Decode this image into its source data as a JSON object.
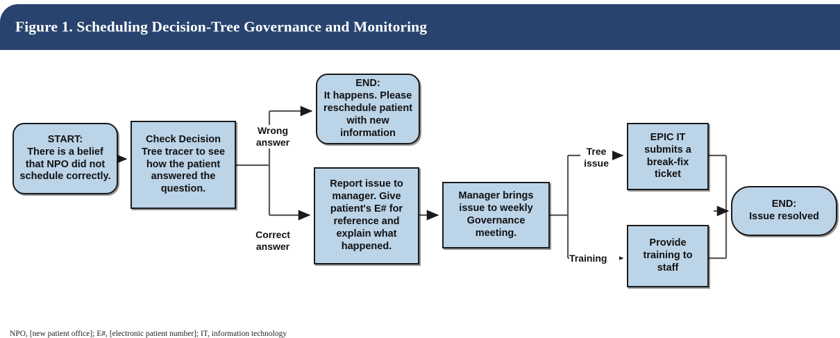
{
  "figure": {
    "title": "Figure 1. Scheduling Decision-Tree Governance and Monitoring",
    "header_color": "#27436e",
    "node_fill": "#bcd4e8",
    "node_border": "#1a1a1a",
    "footnote": "NPO, [new patient office]; E#, [electronic patient number]; IT, information technology"
  },
  "nodes": {
    "start": "START:\nThere is a belief that NPO did not schedule correctly.",
    "check": "Check Decision Tree tracer to see how the patient answered the question.",
    "end_wrong": "END:\nIt happens. Please reschedule patient with new information",
    "report": "Report issue to manager. Give patient's E# for reference and explain what happened.",
    "manager": "Manager brings issue to weekly Governance meeting.",
    "epic_it": "EPIC IT submits a break-fix ticket",
    "training": "Provide training to staff",
    "end_resolved": "END:\nIssue resolved"
  },
  "edge_labels": {
    "wrong_answer": "Wrong\nanswer",
    "correct_answer": "Correct\nanswer",
    "tree_issue": "Tree\nissue",
    "training": "Training"
  },
  "flow": {
    "type": "flowchart",
    "direction": "left-to-right",
    "edges": [
      {
        "from": "start",
        "to": "check",
        "label": ""
      },
      {
        "from": "check",
        "to": "end_wrong",
        "label": "Wrong answer"
      },
      {
        "from": "check",
        "to": "report",
        "label": "Correct answer"
      },
      {
        "from": "report",
        "to": "manager",
        "label": ""
      },
      {
        "from": "manager",
        "to": "epic_it",
        "label": "Tree issue"
      },
      {
        "from": "manager",
        "to": "training",
        "label": "Training"
      },
      {
        "from": "epic_it",
        "to": "end_resolved",
        "label": ""
      },
      {
        "from": "training",
        "to": "end_resolved",
        "label": ""
      }
    ]
  }
}
